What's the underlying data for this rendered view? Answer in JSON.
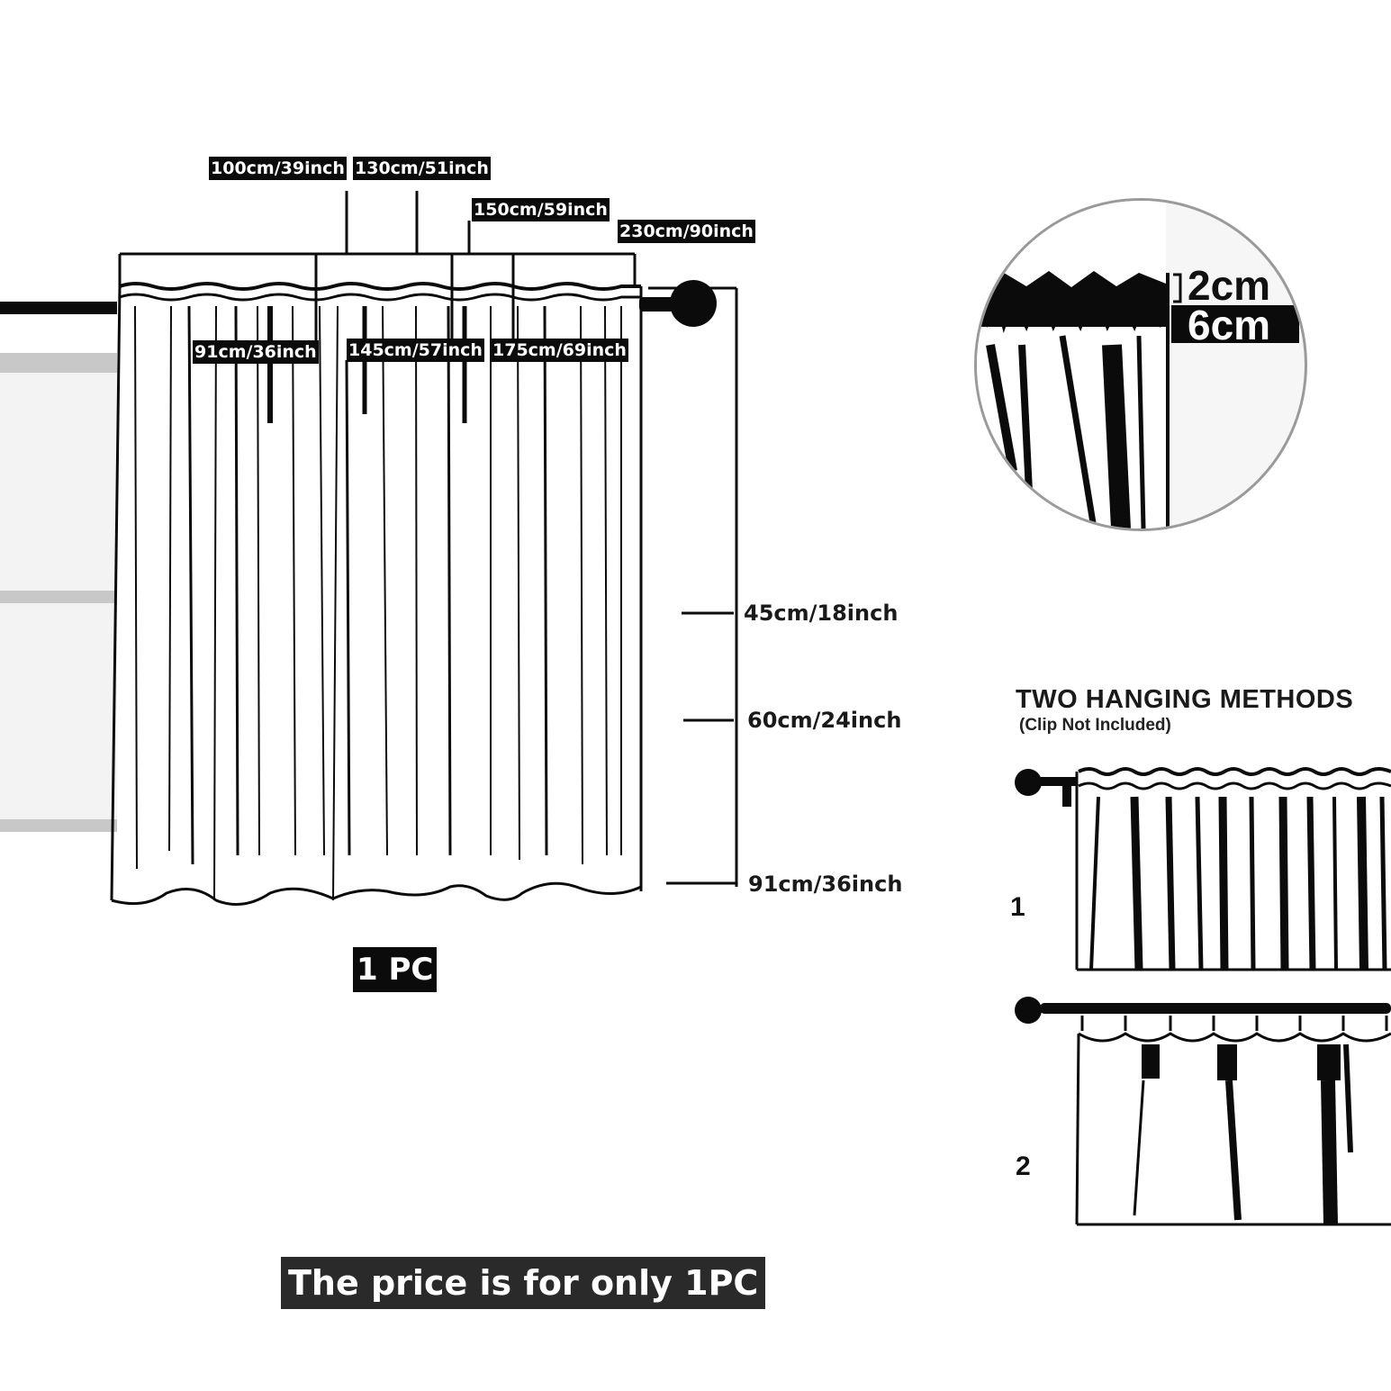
{
  "widths": {
    "w100": "100cm/39inch",
    "w130": "130cm/51inch",
    "w150": "150cm/59inch",
    "w230": "230cm/90inch",
    "w91": "91cm/36inch",
    "w145": "145cm/57inch",
    "w175": "175cm/69inch"
  },
  "heights": {
    "h45": "45cm/18inch",
    "h60": "60cm/24inch",
    "h91": "91cm/36inch"
  },
  "quantity_label": "1 PC",
  "price_note": "The price is for only 1PC",
  "detail": {
    "top_header": "2cm",
    "rod_pocket": "6cm"
  },
  "hanging": {
    "title": "TWO HANGING METHODS",
    "subtitle": "(Clip Not Included)",
    "method1": "1",
    "method2": "2"
  },
  "colors": {
    "ink": "#0b0b0b",
    "window_frame": "#c8c8c8",
    "circle_border": "#9a9a9a"
  }
}
